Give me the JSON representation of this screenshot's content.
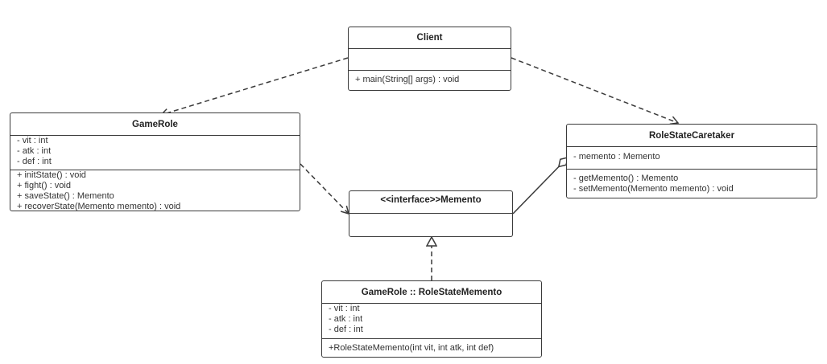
{
  "classes": {
    "client": {
      "name": "Client",
      "attributes": [],
      "operations": [
        "+ main(String[] args) : void"
      ]
    },
    "gamerole": {
      "name": "GameRole",
      "attributes": [
        "- vit : int",
        "- atk : int",
        "- def : int"
      ],
      "operations": [
        "+ initState() : void",
        "+ fight() : void",
        "+ saveState() : Memento",
        "+ recoverState(Memento    memento) : void"
      ]
    },
    "caretaker": {
      "name": "RoleStateCaretaker",
      "attributes": [
        "- memento : Memento"
      ],
      "operations": [
        "- getMemento() : Memento",
        "- setMemento(Memento memento) : void"
      ]
    },
    "memento": {
      "name": "<<interface>>Memento",
      "attributes": []
    },
    "rolestatememento": {
      "name": "GameRole :: RoleStateMemento",
      "attributes": [
        "- vit : int",
        "- atk : int",
        "- def : int"
      ],
      "operations": [
        "+RoleStateMemento(int vit, int atk, int def)"
      ]
    }
  },
  "relations": [
    {
      "from": "client",
      "to": "gamerole",
      "type": "dependency"
    },
    {
      "from": "client",
      "to": "caretaker",
      "type": "dependency"
    },
    {
      "from": "gamerole",
      "to": "memento",
      "type": "dependency"
    },
    {
      "from": "caretaker",
      "to": "memento",
      "type": "aggregation"
    },
    {
      "from": "rolestatememento",
      "to": "memento",
      "type": "realization"
    }
  ],
  "colors": {
    "stroke": "#3a3a3a",
    "text": "#222222"
  }
}
